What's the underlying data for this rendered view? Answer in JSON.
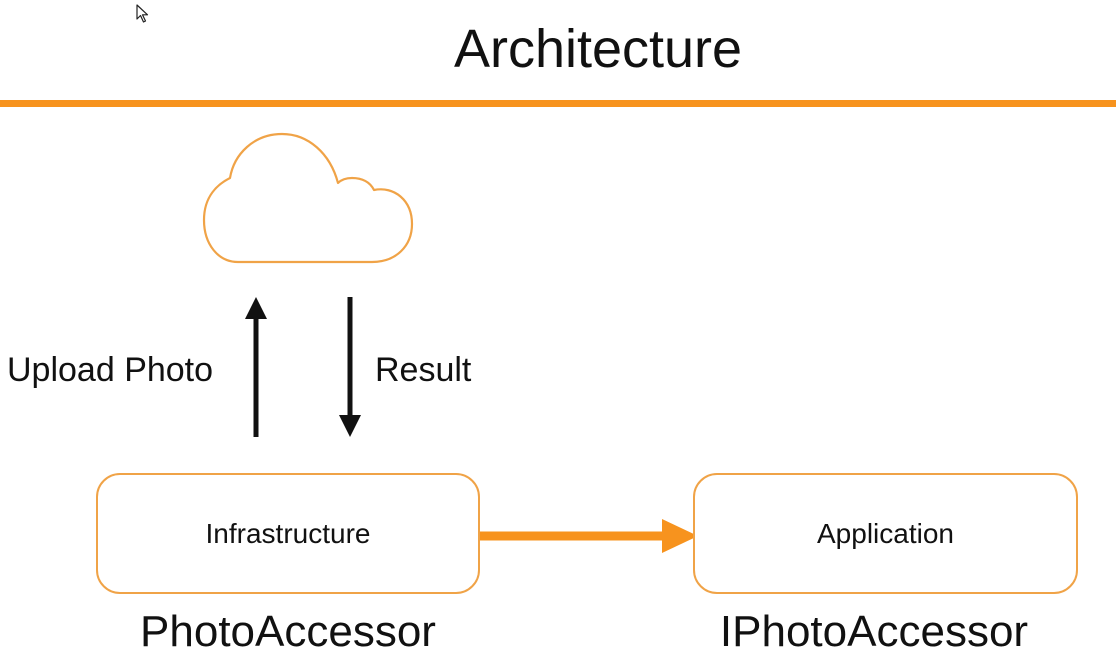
{
  "title": "Architecture",
  "colors": {
    "accent": "#f7931e",
    "box_border": "#f0a347",
    "text": "#111111"
  },
  "icons": {
    "cursor": "mouse-pointer-icon",
    "cloud": "cloud-icon"
  },
  "arrows": {
    "upload_label": "Upload Photo",
    "result_label": "Result"
  },
  "boxes": {
    "infrastructure": {
      "label": "Infrastructure",
      "caption": "PhotoAccessor"
    },
    "application": {
      "label": "Application",
      "caption": "IPhotoAccessor"
    }
  }
}
